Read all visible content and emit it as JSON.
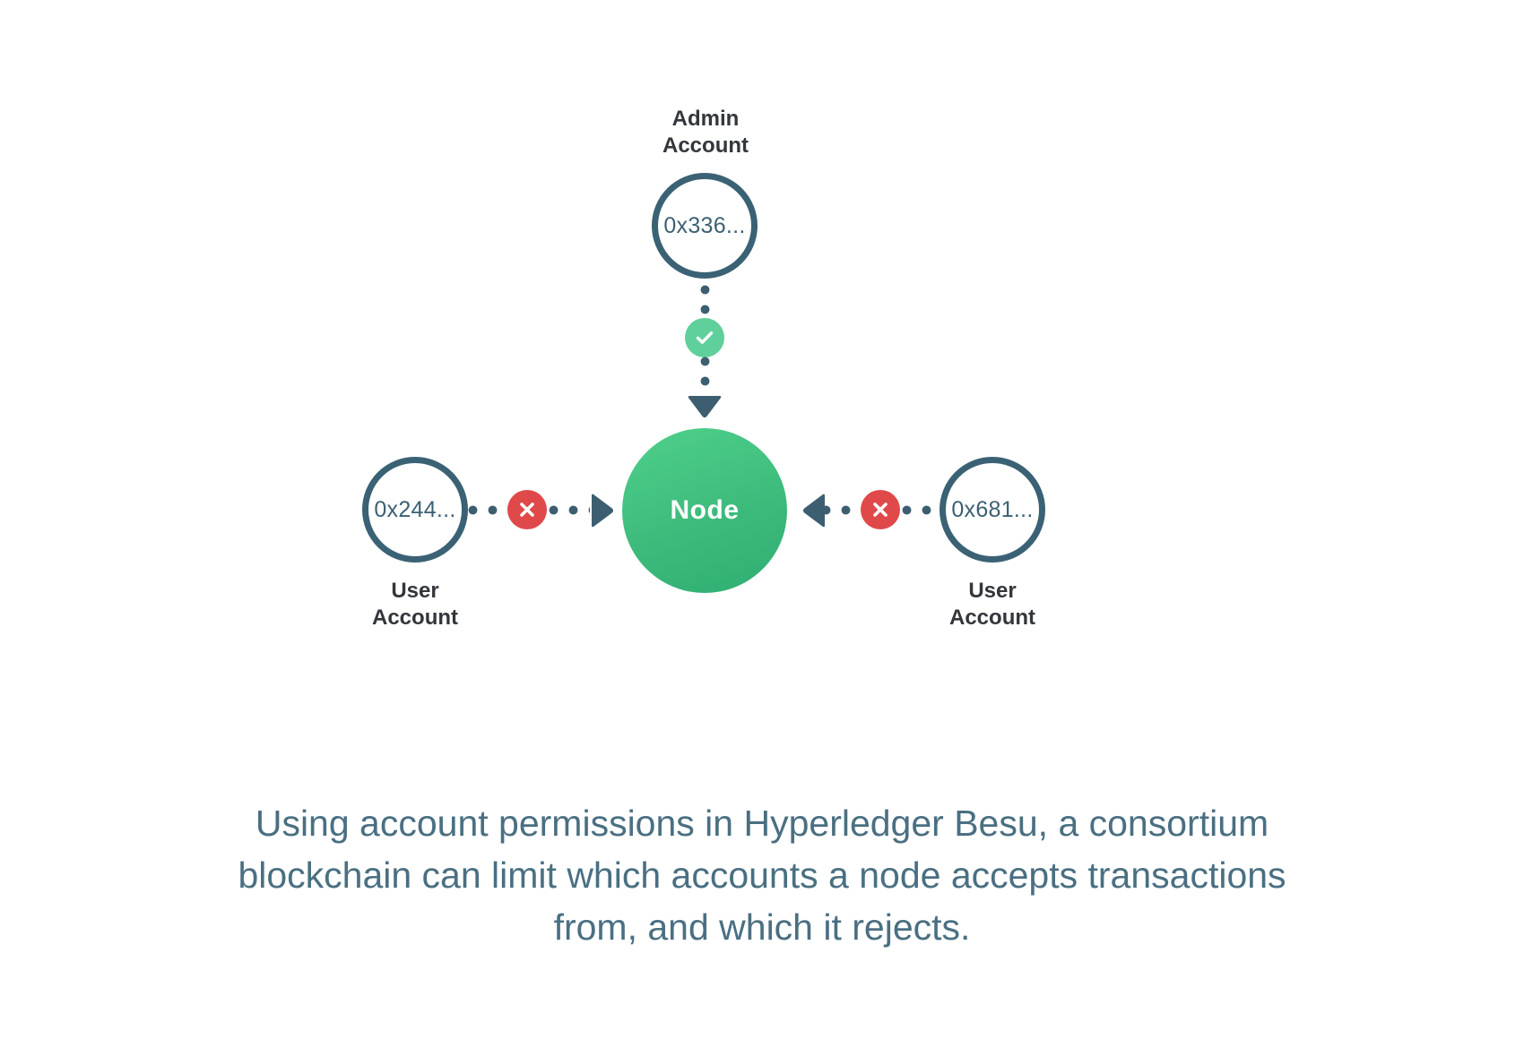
{
  "diagram": {
    "title_role": "account-permissions-diagram",
    "colors": {
      "account_outline": "#3a6274",
      "account_text": "#3c6073",
      "node_green_light": "#4fd08a",
      "node_green_dark": "#2fae72",
      "allow_badge": "#5fd09b",
      "deny_badge": "#e0494a",
      "dot_connector": "#3c5e70",
      "arrowhead": "#3c5e70",
      "label_text": "#33373b",
      "caption_text": "#4a6f82",
      "background": "#ffffff"
    },
    "node": {
      "label": "Node"
    },
    "admin": {
      "label": "Admin\nAccount",
      "address": "0x336...",
      "permission": "allowed",
      "badge_icon": "check-icon"
    },
    "left_user": {
      "label": "User\nAccount",
      "address": "0x244...",
      "permission": "rejected",
      "badge_icon": "x-icon"
    },
    "right_user": {
      "label": "User\nAccount",
      "address": "0x681...",
      "permission": "rejected",
      "badge_icon": "x-icon"
    }
  },
  "caption": {
    "text": "Using account permissions in Hyperledger Besu, a consortium blockchain can limit which accounts a node accepts transactions from, and which it rejects."
  }
}
